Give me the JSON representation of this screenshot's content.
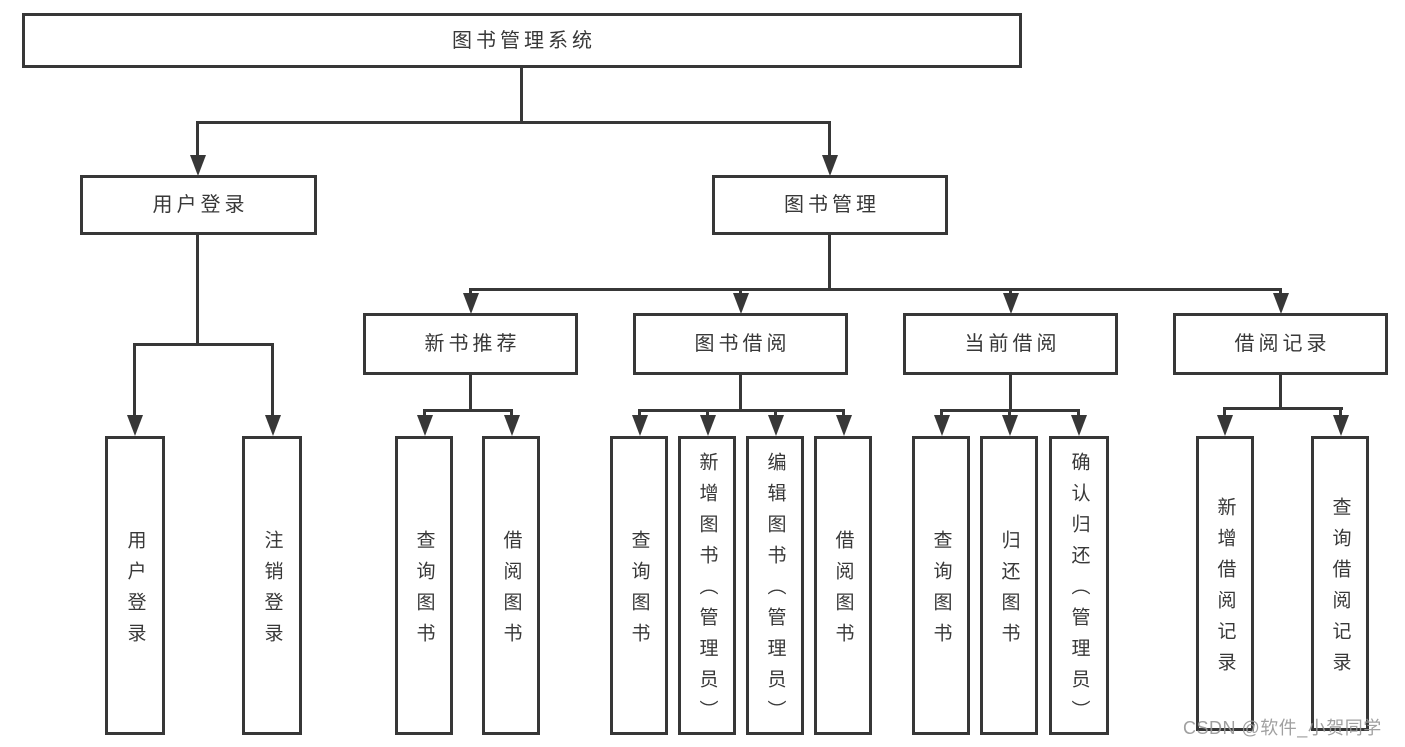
{
  "diagram_title": "图书管理系统",
  "colors": {
    "line": "#373737",
    "text": "#383838",
    "watermark": "#989898",
    "background": "#ffffff"
  },
  "nodes": {
    "root": {
      "label": "图书管理系统"
    },
    "user_login": {
      "label": "用户登录"
    },
    "book_mgmt": {
      "label": "图书管理"
    },
    "new_book_rec": {
      "label": "新书推荐"
    },
    "book_borrow": {
      "label": "图书借阅"
    },
    "current_borrow": {
      "label": "当前借阅"
    },
    "borrow_records": {
      "label": "借阅记录"
    },
    "leaf_user_login": {
      "label": "用户登录"
    },
    "leaf_logout": {
      "label": "注销登录"
    },
    "leaf_rec_query": {
      "label": "查询图书"
    },
    "leaf_rec_borrow": {
      "label": "借阅图书"
    },
    "leaf_bb_query": {
      "label": "查询图书"
    },
    "leaf_bb_add": {
      "label": "新增图书（管理员）"
    },
    "leaf_bb_edit": {
      "label": "编辑图书（管理员）"
    },
    "leaf_bb_borrow": {
      "label": "借阅图书"
    },
    "leaf_cb_query": {
      "label": "查询图书"
    },
    "leaf_cb_return": {
      "label": "归还图书"
    },
    "leaf_cb_confirm": {
      "label": "确认归还（管理员）"
    },
    "leaf_br_add": {
      "label": "新增借阅记录"
    },
    "leaf_br_query": {
      "label": "查询借阅记录"
    }
  },
  "watermark": "CSDN @软件_小贺同学"
}
